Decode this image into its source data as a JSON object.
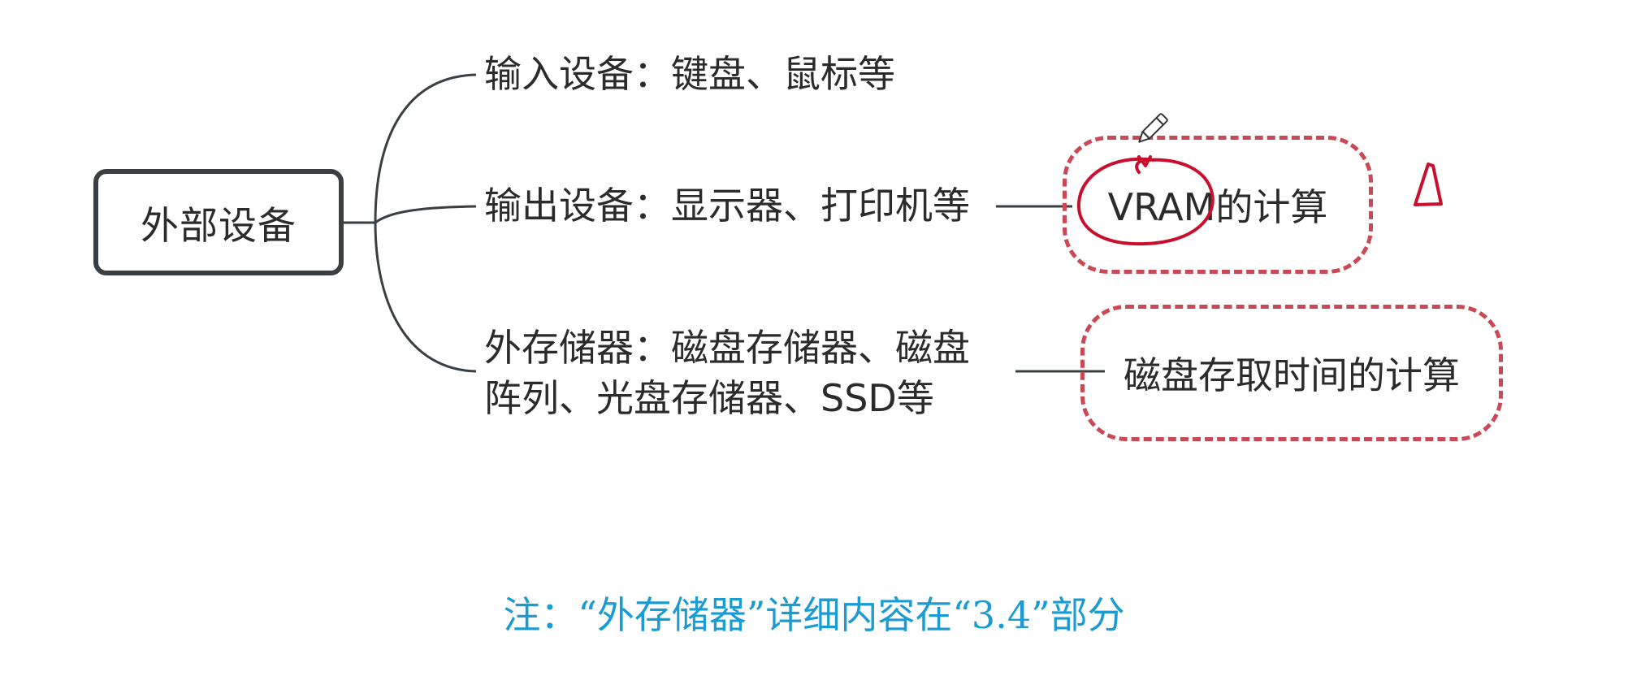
{
  "mindmap": {
    "root": {
      "label": "外部设备"
    },
    "branches": [
      {
        "label": "输入设备：键盘、鼠标等"
      },
      {
        "label": "输出设备：显示器、打印机等"
      },
      {
        "lines": [
          "外存储器：磁盘存储器、磁盘",
          "阵列、光盘存储器、SSD等"
        ]
      }
    ],
    "notes": [
      {
        "label": "VRAM的计算"
      },
      {
        "label": "磁盘存取时间的计算"
      }
    ]
  },
  "footnote": "注：“外存储器”详细内容在“3.4”部分",
  "colors": {
    "line": "#3a3f43",
    "note_border": "#c94a56",
    "handwriting": "#c8102e",
    "footnote": "#1a9bd2"
  },
  "icons": [
    "pencil-cursor-icon"
  ]
}
